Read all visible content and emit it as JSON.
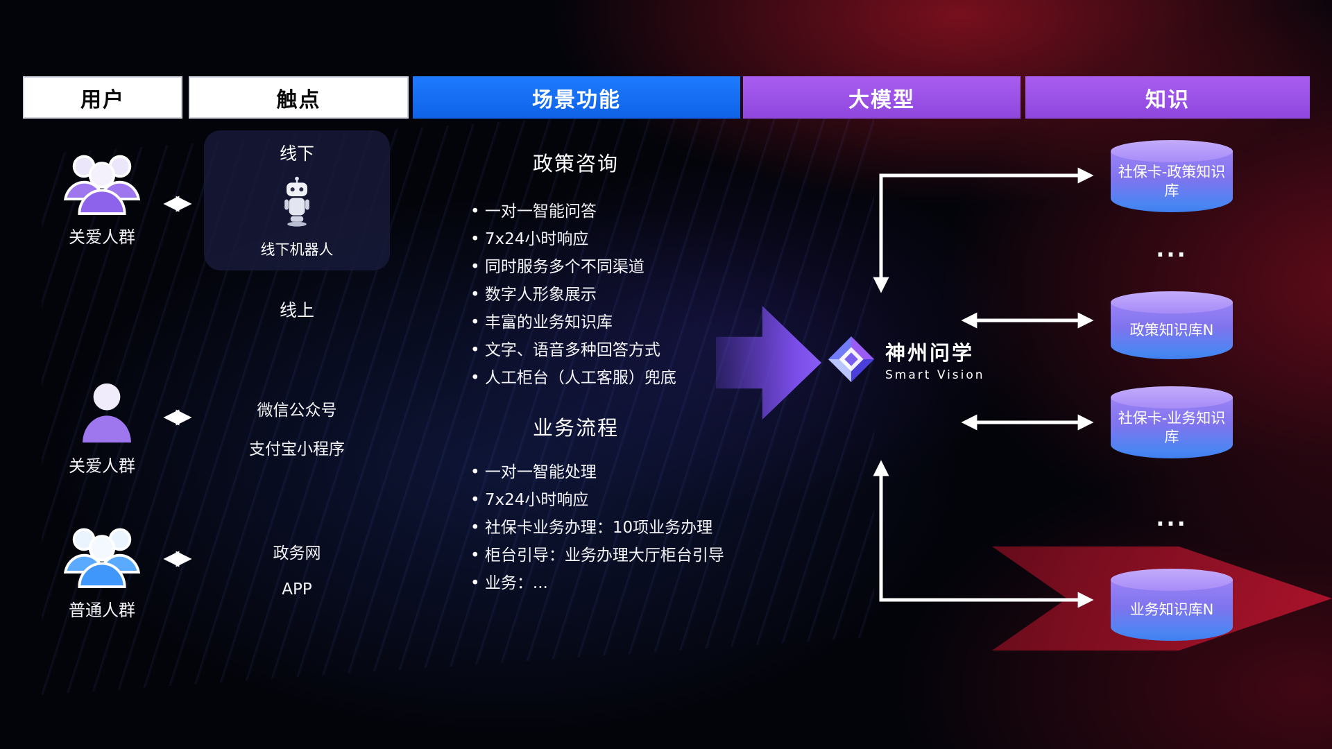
{
  "header": {
    "columns": [
      {
        "label": "用户",
        "style": "white"
      },
      {
        "label": "触点",
        "style": "white"
      },
      {
        "label": "场景功能",
        "style": "blue"
      },
      {
        "label": "大模型",
        "style": "purple"
      },
      {
        "label": "知识",
        "style": "purple"
      }
    ]
  },
  "users": [
    {
      "label": "关爱人群",
      "icon": "group-purple-icon"
    },
    {
      "label": "关爱人群",
      "icon": "person-purple-icon"
    },
    {
      "label": "普通人群",
      "icon": "group-blue-icon"
    }
  ],
  "touchpoints": {
    "offline_title": "线下",
    "offline_robot_label": "线下机器人",
    "online_title": "线上",
    "online_items": [
      "微信公众号",
      "支付宝小程序",
      "政务网",
      "APP"
    ]
  },
  "functions": {
    "policy": {
      "title": "政策咨询",
      "items": [
        "一对一智能问答",
        "7x24小时响应",
        "同时服务多个不同渠道",
        "数字人形象展示",
        "丰富的业务知识库",
        "文字、语音多种回答方式",
        "人工柜台（人工客服）兜底"
      ]
    },
    "business": {
      "title": "业务流程",
      "items": [
        "一对一智能处理",
        "7x24小时响应",
        "社保卡业务办理：10项业务办理",
        "柜台引导：业务办理大厅柜台引导",
        "业务：..."
      ]
    }
  },
  "model": {
    "name": "神州问学",
    "subtitle": "Smart Vision"
  },
  "knowledge": {
    "databases": [
      "社保卡-政策知识库",
      "政策知识库N",
      "社保卡-业务知识库",
      "业务知识库N"
    ],
    "ellipsis": "..."
  },
  "colors": {
    "scene_blue": "#1e7bff",
    "model_purple": "#9b51e0",
    "db_purple": "#9b82f5",
    "db_blue": "#3f7ff0",
    "accent_red": "#c01030",
    "arrow_white": "#ffffff"
  }
}
